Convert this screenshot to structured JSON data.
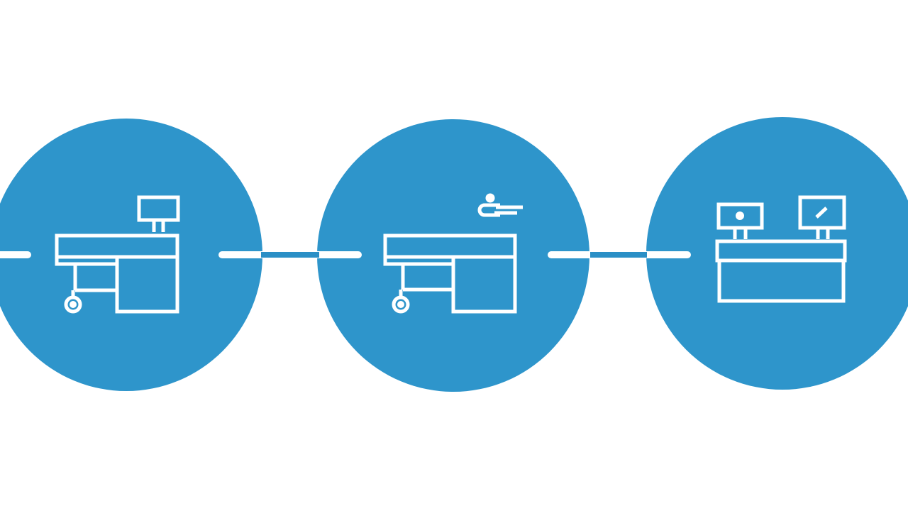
{
  "colors": {
    "background": "#ffffff",
    "node_fill": "#2e95cb",
    "stroke": "#ffffff",
    "connector_outside": "#ffffff",
    "connector_inside": "#2a8fc6"
  },
  "nodes": [
    {
      "id": "pos-terminal-single",
      "icon": "pos-counter-cart-icon"
    },
    {
      "id": "pos-terminal-with-scanner",
      "icon": "pos-counter-scanner-icon"
    },
    {
      "id": "dual-register-counter",
      "icon": "dual-register-counter-icon"
    }
  ],
  "connectors": [
    {
      "from": "pos-terminal-single",
      "to": "pos-terminal-with-scanner"
    },
    {
      "from": "pos-terminal-with-scanner",
      "to": "dual-register-counter"
    }
  ]
}
